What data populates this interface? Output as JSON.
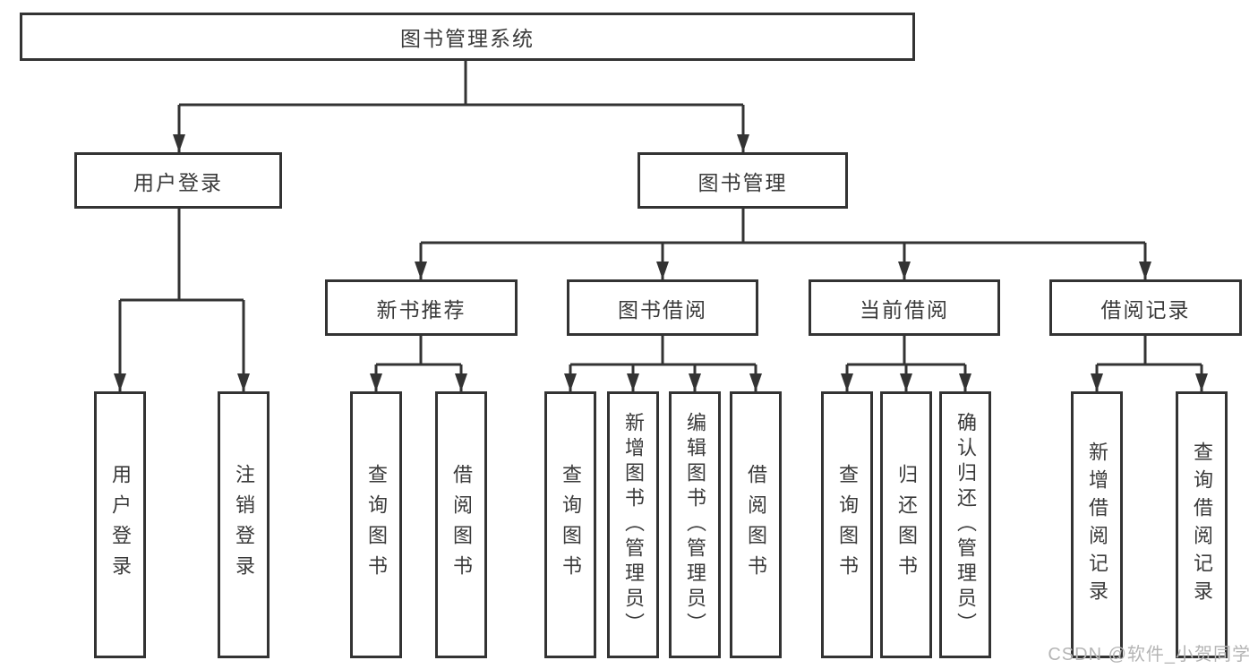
{
  "diagram": {
    "root": {
      "label": "图书管理系统"
    },
    "level2": [
      {
        "label": "用户登录"
      },
      {
        "label": "图书管理"
      }
    ],
    "level3": [
      {
        "label": "新书推荐"
      },
      {
        "label": "图书借阅"
      },
      {
        "label": "当前借阅"
      },
      {
        "label": "借阅记录"
      }
    ],
    "leaves": [
      {
        "label": "用户登录",
        "parent": "用户登录"
      },
      {
        "label": "注销登录",
        "parent": "用户登录"
      },
      {
        "label": "查询图书",
        "parent": "新书推荐"
      },
      {
        "label": "借阅图书",
        "parent": "新书推荐"
      },
      {
        "label": "查询图书",
        "parent": "图书借阅"
      },
      {
        "label": "新增图书（管理员）",
        "parent": "图书借阅"
      },
      {
        "label": "编辑图书（管理员）",
        "parent": "图书借阅"
      },
      {
        "label": "借阅图书",
        "parent": "图书借阅"
      },
      {
        "label": "查询图书",
        "parent": "当前借阅"
      },
      {
        "label": "归还图书",
        "parent": "当前借阅"
      },
      {
        "label": "确认归还（管理员）",
        "parent": "当前借阅"
      },
      {
        "label": "新增借阅记录",
        "parent": "借阅记录"
      },
      {
        "label": "查询借阅记录",
        "parent": "借阅记录"
      }
    ]
  },
  "watermark": "CSDN @软件_小贺同学",
  "colors": {
    "line": "#333333",
    "box_border": "#333333",
    "box_background": "#ffffff",
    "text": "#3a3a3a",
    "watermark": "#b5b5b5",
    "page_background": "#ffffff"
  }
}
